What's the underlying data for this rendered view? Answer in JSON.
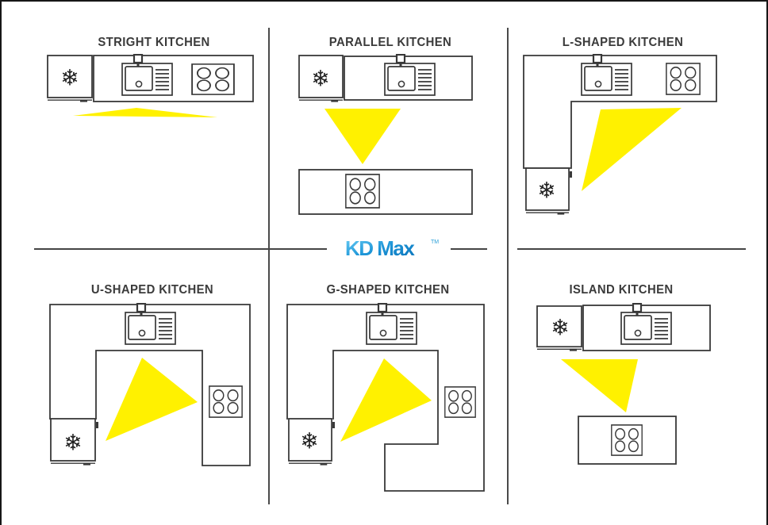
{
  "logo": {
    "text": "KD Max",
    "tm": "TM"
  },
  "panels": [
    {
      "title": "STRIGHT KITCHEN"
    },
    {
      "title": "PARALLEL KITCHEN"
    },
    {
      "title": "L-SHAPED KITCHEN"
    },
    {
      "title": "U-SHAPED KITCHEN"
    },
    {
      "title": "G-SHAPED KITCHEN"
    },
    {
      "title": "ISLAND KITCHEN"
    }
  ],
  "icons": {
    "snowflake": "❄"
  },
  "colors": {
    "work_triangle": "#FFF100",
    "outline": "#383838",
    "logo_blue_light": "#6FD0F6",
    "logo_blue_dark": "#0A71B8",
    "divider": "#454545"
  }
}
